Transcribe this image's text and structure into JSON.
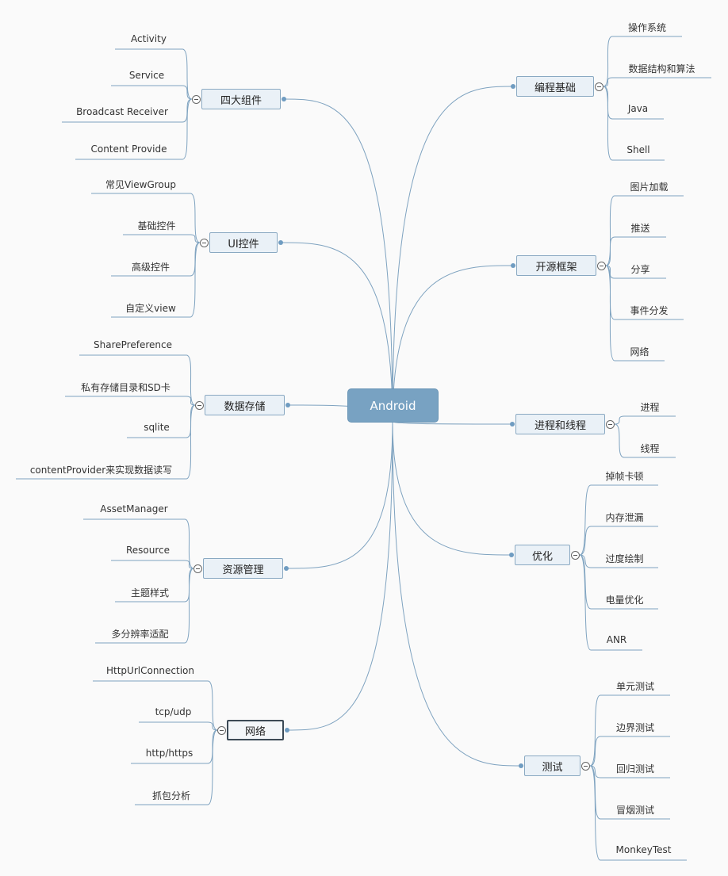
{
  "central": "Android",
  "topics": [
    {
      "label": "四大组件",
      "side": "left",
      "items": [
        "Activity",
        "Service",
        "Broadcast Receiver",
        "Content Provide"
      ]
    },
    {
      "label": "UI控件",
      "side": "left",
      "items": [
        "常见ViewGroup",
        "基础控件",
        "高级控件",
        "自定义view"
      ]
    },
    {
      "label": "数据存储",
      "side": "left",
      "items": [
        "SharePreference",
        "私有存储目录和SD卡",
        "sqlite",
        "contentProvider来实现数据读写"
      ]
    },
    {
      "label": "资源管理",
      "side": "left",
      "items": [
        "AssetManager",
        "Resource",
        "主题样式",
        "多分辨率适配"
      ]
    },
    {
      "label": "网络",
      "side": "left",
      "selected": true,
      "items": [
        "HttpUrlConnection",
        "tcp/udp",
        "http/https",
        "抓包分析"
      ]
    },
    {
      "label": "编程基础",
      "side": "right",
      "items": [
        "操作系统",
        "数据结构和算法",
        "Java",
        "Shell"
      ]
    },
    {
      "label": "开源框架",
      "side": "right",
      "items": [
        "图片加载",
        "推送",
        "分享",
        "事件分发",
        "网络"
      ]
    },
    {
      "label": "进程和线程",
      "side": "right",
      "items": [
        "进程",
        "线程"
      ]
    },
    {
      "label": "优化",
      "side": "right",
      "items": [
        "掉帧卡顿",
        "内存泄漏",
        "过度绘制",
        "电量优化",
        "ANR"
      ]
    },
    {
      "label": "测试",
      "side": "right",
      "items": [
        "单元测试",
        "边界测试",
        "回归测试",
        "冒烟测试",
        "MonkeyTest"
      ]
    }
  ],
  "colors": {
    "line": "#7fa3c0",
    "central": "#78a2c2",
    "topic_fill": "#eaf1f7"
  }
}
